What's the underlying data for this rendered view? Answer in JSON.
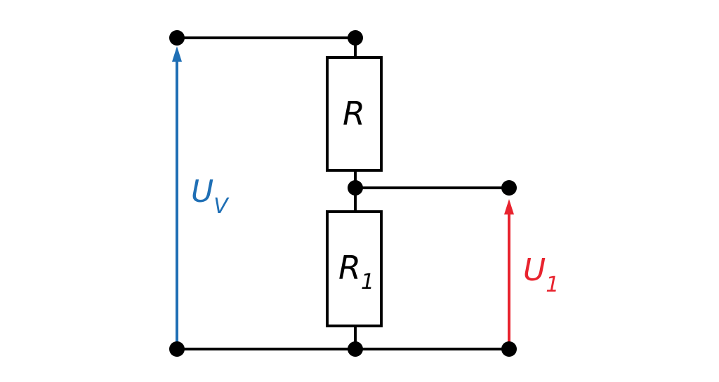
{
  "colors": {
    "wire": "#000000",
    "supply_voltage": "#1f6fb5",
    "output_voltage": "#e8232e"
  },
  "resistors": {
    "r_top": {
      "symbol": "R",
      "subscript": ""
    },
    "r_bottom": {
      "symbol": "R",
      "subscript": "1"
    }
  },
  "voltages": {
    "supply": {
      "symbol": "U",
      "subscript": "V"
    },
    "output": {
      "symbol": "U",
      "subscript": "1"
    }
  }
}
